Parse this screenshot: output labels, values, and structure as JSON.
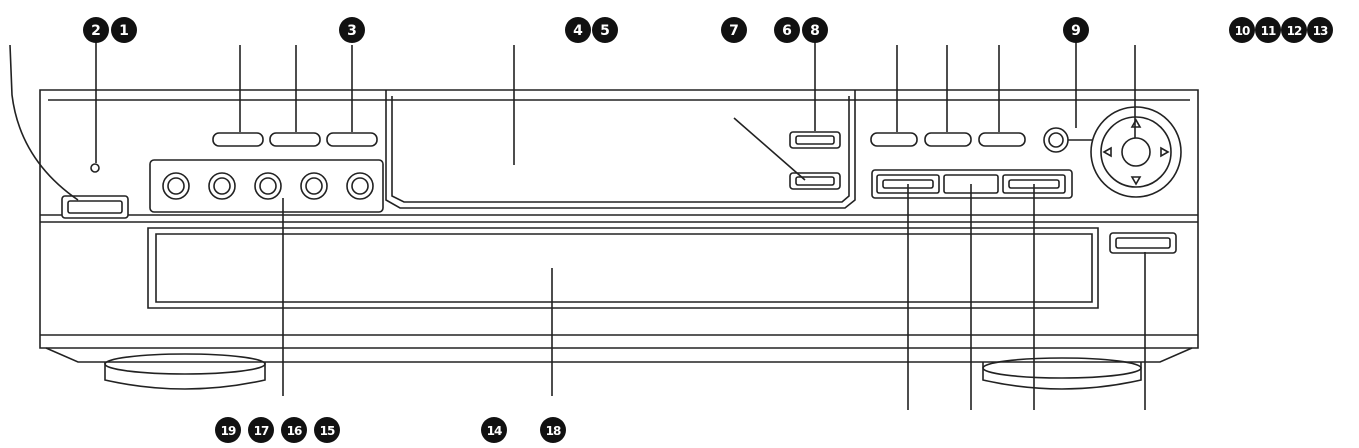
{
  "callouts": {
    "top": [
      "2",
      "1",
      "3",
      "4",
      "5",
      "7",
      "6",
      "8",
      "9",
      "10",
      "11",
      "12",
      "13"
    ],
    "bottom": [
      "19",
      "17",
      "16",
      "15",
      "14",
      "18"
    ]
  }
}
